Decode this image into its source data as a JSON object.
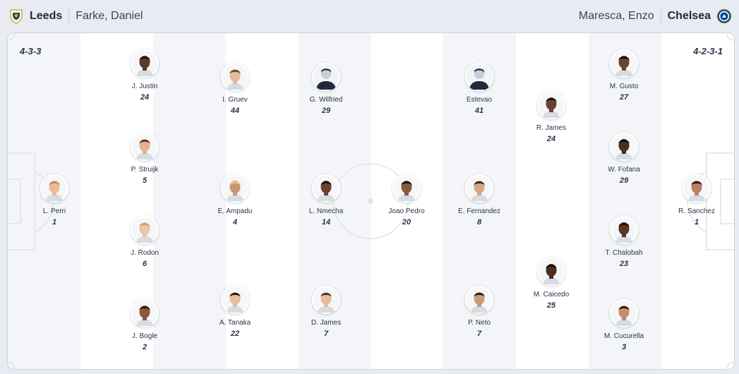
{
  "home": {
    "team": "Leeds",
    "coach": "Farke, Daniel",
    "formation": "4-3-3",
    "crest_color": "#d8b600",
    "players": [
      {
        "name": "L. Perri",
        "number": "1",
        "skin": "#e9b99a",
        "hair": "#c98a52"
      },
      {
        "name": "J. Justin",
        "number": "24",
        "skin": "#5b3a2a",
        "hair": "#1c130e"
      },
      {
        "name": "P. Struijk",
        "number": "5",
        "skin": "#e3b191",
        "hair": "#5a3a22"
      },
      {
        "name": "J. Rodon",
        "number": "6",
        "skin": "#ecc3a4",
        "hair": "#c8a46a"
      },
      {
        "name": "J. Bogle",
        "number": "2",
        "skin": "#8b5a3c",
        "hair": "#2a1a10"
      },
      {
        "name": "I. Gruev",
        "number": "44",
        "skin": "#e7b89a",
        "hair": "#6b4a2e"
      },
      {
        "name": "E. Ampadu",
        "number": "4",
        "skin": "#c99672",
        "hair": "#e6c98a"
      },
      {
        "name": "A. Tanaka",
        "number": "22",
        "skin": "#e6be9c",
        "hair": "#1a1410"
      },
      {
        "name": "G. Wilfried",
        "number": "29",
        "skin": "#c7cfdb",
        "hair": "#1f2a3c",
        "placeholder": true
      },
      {
        "name": "L. Nmecha",
        "number": "14",
        "skin": "#6a4230",
        "hair": "#1b120c"
      },
      {
        "name": "D. James",
        "number": "7",
        "skin": "#e8bb9b",
        "hair": "#4b3322"
      }
    ]
  },
  "away": {
    "team": "Chelsea",
    "coach": "Maresca, Enzo",
    "formation": "4-2-3-1",
    "crest_color": "#034694",
    "players": [
      {
        "name": "R. Sanchez",
        "number": "1",
        "skin": "#b98363",
        "hair": "#2a1c12"
      },
      {
        "name": "M. Gusto",
        "number": "27",
        "skin": "#6a4330",
        "hair": "#1b120c"
      },
      {
        "name": "W. Fofana",
        "number": "29",
        "skin": "#4a2f22",
        "hair": "#150d08"
      },
      {
        "name": "T. Chalobah",
        "number": "23",
        "skin": "#5a3626",
        "hair": "#160e09"
      },
      {
        "name": "M. Cucurella",
        "number": "3",
        "skin": "#c4906c",
        "hair": "#2a1a10"
      },
      {
        "name": "R. James",
        "number": "24",
        "skin": "#6a4230",
        "hair": "#1c130d"
      },
      {
        "name": "M. Caicedo",
        "number": "25",
        "skin": "#4b2e20",
        "hair": "#140c08"
      },
      {
        "name": "Estevao",
        "number": "41",
        "skin": "#c7cfdb",
        "hair": "#1f2a3c",
        "placeholder": true
      },
      {
        "name": "E. Fernandez",
        "number": "8",
        "skin": "#d9a583",
        "hair": "#3a2616"
      },
      {
        "name": "P. Neto",
        "number": "7",
        "skin": "#c99a78",
        "hair": "#2a1a10"
      },
      {
        "name": "Joao Pedro",
        "number": "20",
        "skin": "#8a5a3e",
        "hair": "#1a120c"
      }
    ]
  }
}
